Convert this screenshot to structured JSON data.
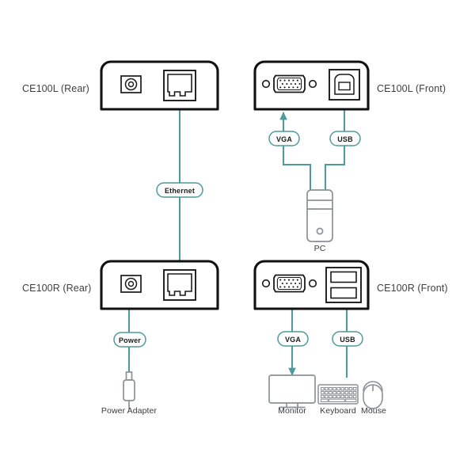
{
  "page": {
    "title": "CE100L / CE100R USB VGA Cat 5 Extender Connection Diagram",
    "background": "#ffffff"
  },
  "colors": {
    "link_teal": "#4f9a9c",
    "device_outline": "#111111",
    "port_outline": "#1a1a1a",
    "peripheral_gray": "#8c9196",
    "text": "#3a3a3a",
    "pill_fill": "#ffffff"
  },
  "devices": [
    {
      "id": "ce100l-rear",
      "label": "CE100L (Rear)",
      "label_side": "left",
      "ports": [
        {
          "name": "dc-power-jack",
          "type": "dc-jack"
        },
        {
          "name": "rj45-ethernet-port",
          "type": "rj45"
        }
      ]
    },
    {
      "id": "ce100l-front",
      "label": "CE100L (Front)",
      "label_side": "right",
      "ports": [
        {
          "name": "vga-port",
          "type": "vga-db15"
        },
        {
          "name": "usb-type-b-port",
          "type": "usb-b"
        }
      ]
    },
    {
      "id": "ce100r-rear",
      "label": "CE100R (Rear)",
      "label_side": "left",
      "ports": [
        {
          "name": "dc-power-jack",
          "type": "dc-jack"
        },
        {
          "name": "rj45-ethernet-port",
          "type": "rj45"
        }
      ]
    },
    {
      "id": "ce100r-front",
      "label": "CE100R (Front)",
      "label_side": "right",
      "ports": [
        {
          "name": "vga-port",
          "type": "vga-db15"
        },
        {
          "name": "usb-type-a-port-upper",
          "type": "usb-a"
        },
        {
          "name": "usb-type-a-port-lower",
          "type": "usb-a"
        }
      ]
    }
  ],
  "cable_labels": [
    {
      "id": "ethernet",
      "text": "Ethernet"
    },
    {
      "id": "vga-top",
      "text": "VGA"
    },
    {
      "id": "usb-top",
      "text": "USB"
    },
    {
      "id": "power",
      "text": "Power"
    },
    {
      "id": "vga-bottom",
      "text": "VGA"
    },
    {
      "id": "usb-bottom",
      "text": "USB"
    }
  ],
  "peripherals": [
    {
      "id": "pc",
      "label": "PC"
    },
    {
      "id": "power-adapter",
      "label": "Power Adapter"
    },
    {
      "id": "monitor",
      "label": "Monitor"
    },
    {
      "id": "keyboard",
      "label": "Keyboard"
    },
    {
      "id": "mouse",
      "label": "Mouse"
    }
  ]
}
